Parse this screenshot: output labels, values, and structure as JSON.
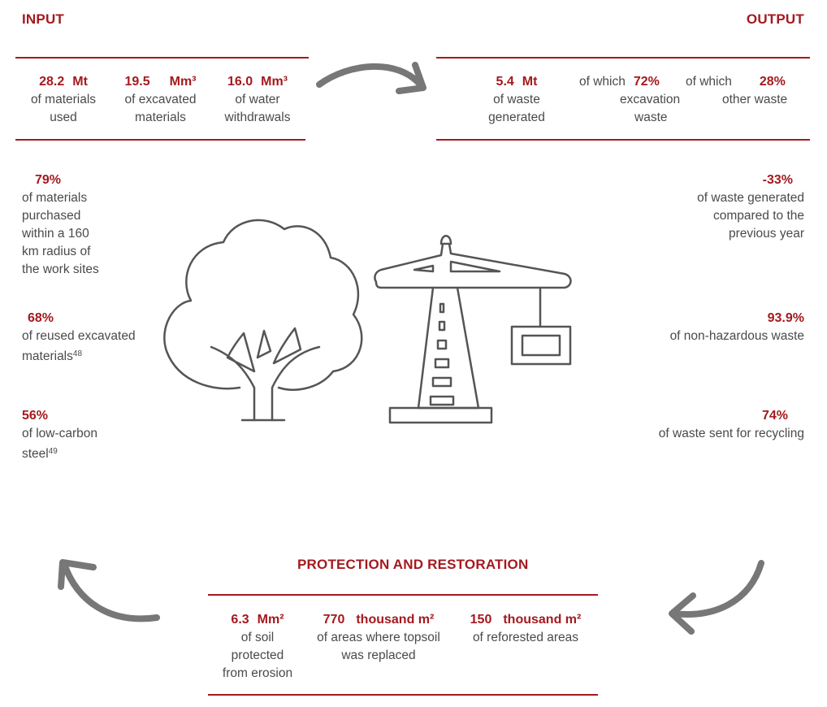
{
  "headings": {
    "input": "INPUT",
    "output": "OUTPUT",
    "protection": "PROTECTION AND RESTORATION"
  },
  "input": [
    {
      "value": "28.2",
      "unit": "Mt",
      "desc1": "of materials",
      "desc2": "used"
    },
    {
      "value": "19.5",
      "unit": "Mm³",
      "desc1": "of excavated",
      "desc2": "materials"
    },
    {
      "value": "16.0",
      "unit": "Mm³",
      "desc1": "of water",
      "desc2": "withdrawals"
    }
  ],
  "output": [
    {
      "prefix": "",
      "value": "5.4",
      "unit": "Mt",
      "desc1": "of waste",
      "desc2": "generated"
    },
    {
      "prefix": "of which",
      "value": "72%",
      "unit": "",
      "desc1": "excavation",
      "desc2": "waste"
    },
    {
      "prefix": "of which",
      "value": "28%",
      "unit": "",
      "desc1": "other waste",
      "desc2": ""
    }
  ],
  "left_stats": [
    {
      "value": "79%",
      "lines": [
        "of materials",
        "purchased",
        "within a 160",
        "km radius of",
        "the work sites"
      ],
      "note": ""
    },
    {
      "value": "68%",
      "lines": [
        "of reused excavated",
        "materials"
      ],
      "note": "48"
    },
    {
      "value": "56%",
      "lines": [
        "of low-carbon",
        "steel"
      ],
      "note": "49"
    }
  ],
  "right_stats": [
    {
      "value": "-33%",
      "lines": [
        "of waste generated",
        "compared to the",
        "previous year"
      ]
    },
    {
      "value": "93.9%",
      "lines": [
        "of non-hazardous waste"
      ]
    },
    {
      "value": "74%",
      "lines": [
        "of waste sent for recycling"
      ]
    }
  ],
  "protection": [
    {
      "value": "6.3",
      "unit": "Mm²",
      "lines": [
        "of soil",
        "protected",
        "from erosion"
      ]
    },
    {
      "value": "770",
      "unit": "thousand m²",
      "lines": [
        "of areas where topsoil",
        "was replaced"
      ]
    },
    {
      "value": "150",
      "unit": "thousand m²",
      "lines": [
        "of reforested areas"
      ]
    }
  ],
  "colors": {
    "accent": "#a31a1f",
    "text": "#4a4a4a",
    "icon": "#555555",
    "arrow": "#777777"
  },
  "icons": [
    "tree-icon",
    "crane-icon",
    "arrow-input-to-output",
    "arrow-output-to-protection",
    "arrow-protection-to-input"
  ]
}
